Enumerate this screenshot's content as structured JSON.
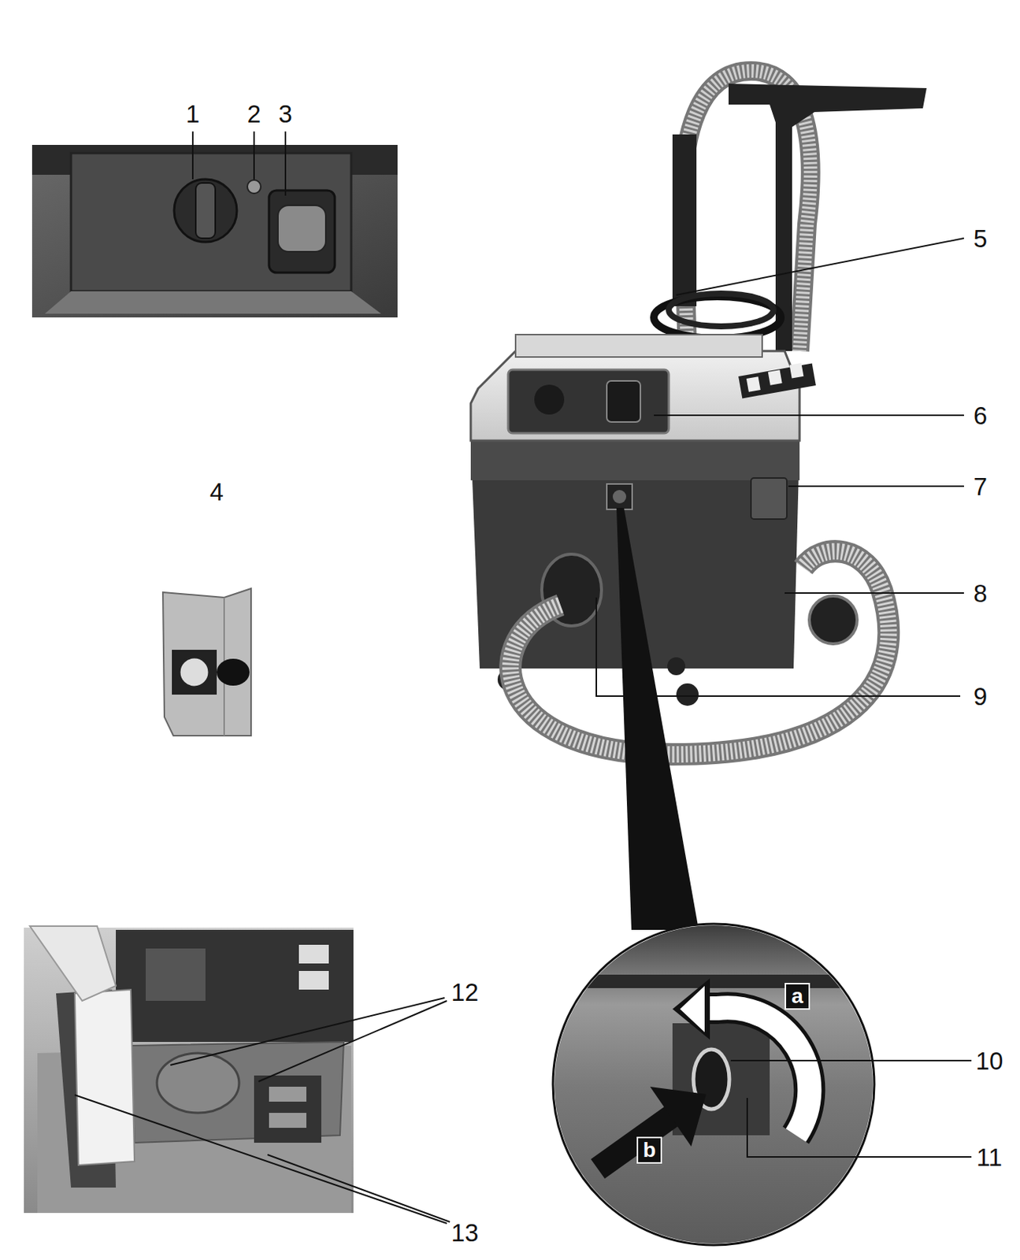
{
  "diagram": {
    "nodes": [
      {
        "text": [
          "a"
        ]
      },
      {
        "text": [
          "b"
        ]
      }
    ],
    "labels": [
      "1",
      "2",
      "3",
      "4",
      "5",
      "6",
      "7",
      "8",
      "9",
      "10",
      "11",
      "12",
      "13"
    ]
  }
}
